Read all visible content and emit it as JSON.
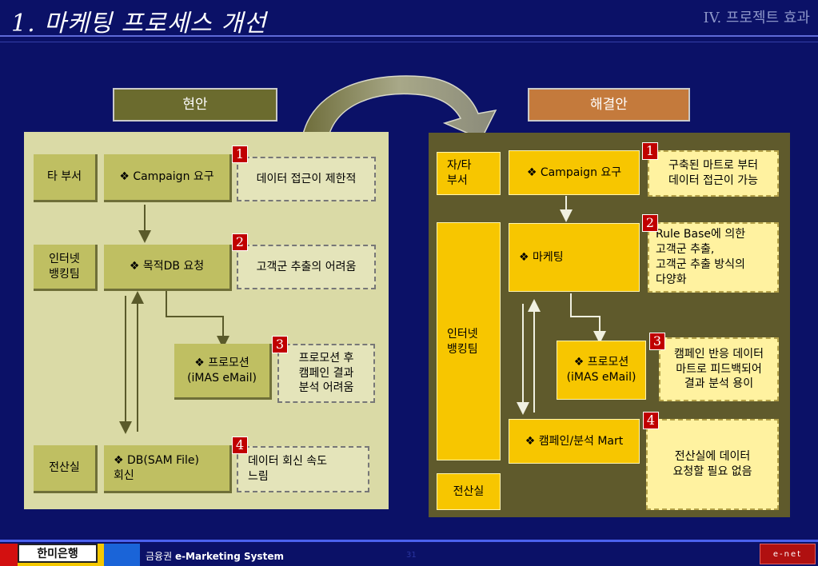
{
  "header": {
    "title": "1. 마케팅 프로세스 개선",
    "section": "IV. 프로젝트 효과"
  },
  "current": {
    "heading": "현안",
    "rows": [
      {
        "dept": "타 부서",
        "task": "❖ Campaign 요구",
        "num": "1",
        "issue": "데이터 접근이 제한적"
      },
      {
        "dept": "인터넷\n뱅킹팀",
        "task": "❖ 목적DB 요청",
        "num": "2",
        "issue": "고객군 추출의 어려움"
      },
      {
        "task": "❖ 프로모션\n(iMAS eMail)",
        "num": "3",
        "issue": "프로모션 후\n캠페인 결과\n분석 어려움"
      },
      {
        "dept": "전산실",
        "task": "❖ DB(SAM File)\n  회신",
        "num": "4",
        "issue": "데이터 회신 속도\n느림"
      }
    ]
  },
  "solution": {
    "heading": "해결안",
    "depts": [
      "자/타\n부서",
      "인터넷\n뱅킹팀",
      "전산실"
    ],
    "rows": [
      {
        "task": "❖ Campaign 요구",
        "num": "1",
        "result": "구축된 마트로 부터\n데이터 접근이 가능"
      },
      {
        "task": "❖ 마케팅",
        "num": "2",
        "result": "Rule Base에 의한\n고객군 추출,\n고객군 추출 방식의\n다양화"
      },
      {
        "task": "❖ 프로모션\n(iMAS eMail)",
        "num": "3",
        "result": "캠페인 반응 데이터\n마트로 피드백되어\n결과 분석 용이"
      },
      {
        "task": "❖ 캠페인/분석 Mart",
        "num": "4",
        "result": "전산실에 데이터\n요청할 필요 없음"
      }
    ]
  },
  "footer": {
    "bank_logo": "한미은행",
    "label_prefix": "금융권 ",
    "label_bold": "e-Marketing System",
    "page": "31",
    "company_logo": "e-net"
  },
  "colors": {
    "background": "#0b1167",
    "left_panel": "#dadaa6",
    "right_panel": "#5f5a2c",
    "number_badge": "#c00000",
    "yellow_box": "#f7c600"
  }
}
